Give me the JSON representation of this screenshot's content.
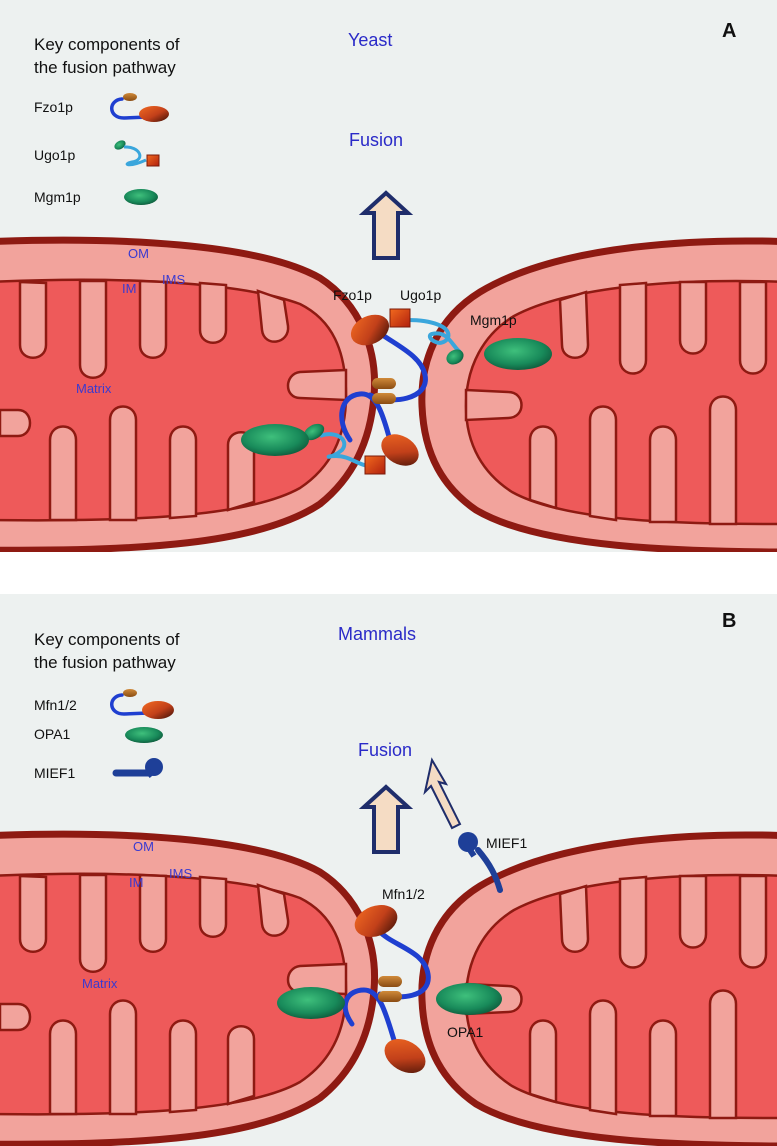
{
  "panel_a": {
    "letter": "A",
    "title": "Yeast",
    "key_title_1": "Key components of",
    "key_title_2": "the fusion pathway",
    "legend": [
      "Fzo1p",
      "Ugo1p",
      "Mgm1p"
    ],
    "fusion": "Fusion",
    "regions": {
      "om": "OM",
      "im": "IM",
      "ims": "IMS",
      "matrix": "Matrix"
    },
    "labels": {
      "fzo1p": "Fzo1p",
      "ugo1p": "Ugo1p",
      "mgm1p": "Mgm1p"
    }
  },
  "panel_b": {
    "letter": "B",
    "title": "Mammals",
    "key_title_1": "Key components of",
    "key_title_2": "the fusion pathway",
    "legend": [
      "Mfn1/2",
      "OPA1",
      "MIEF1"
    ],
    "fusion": "Fusion",
    "regions": {
      "om": "OM",
      "im": "IM",
      "ims": "IMS",
      "matrix": "Matrix"
    },
    "labels": {
      "mfn": "Mfn1/2",
      "opa1": "OPA1",
      "mief1": "MIEF1"
    }
  },
  "colors": {
    "background": "#edf1f0",
    "outer_membrane": "#8e1a12",
    "ims": "#f2a39c",
    "matrix": "#ee5a5a",
    "gtpase_blue": "#1f3fd0",
    "ugo_blue": "#3aa6dc",
    "mgm_green": "#1a8a5a",
    "mief_navy": "#1e3f98",
    "arrow_fill": "#f5dcc4",
    "arrow_outline": "#1f2d6b",
    "label_blue": "#2a2ac8"
  }
}
